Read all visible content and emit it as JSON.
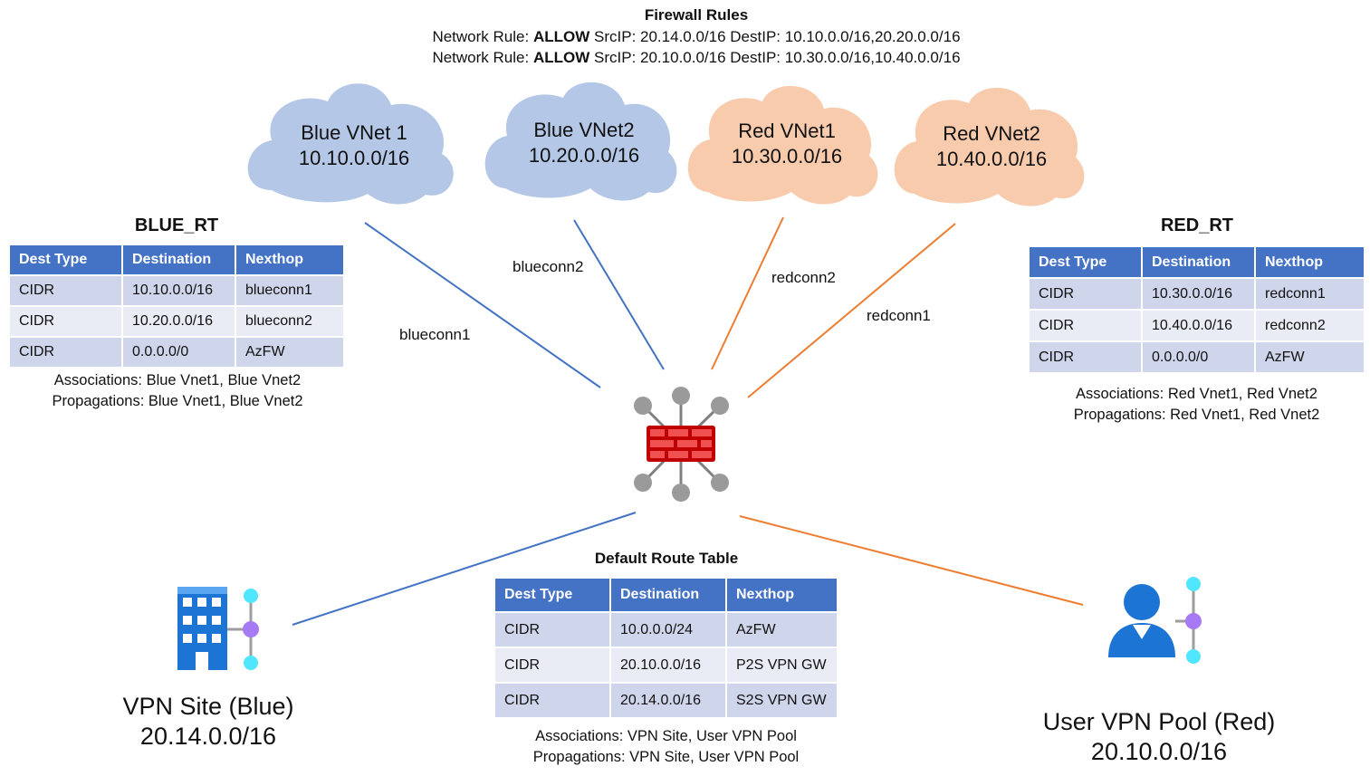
{
  "firewall_rules": {
    "title": "Firewall Rules",
    "rules": [
      {
        "prefix": "Network Rule:",
        "action": "ALLOW",
        "rest": "SrcIP: 20.14.0.0/16 DestIP: 10.10.0.0/16,20.20.0.0/16"
      },
      {
        "prefix": "Network Rule:",
        "action": "ALLOW",
        "rest": "SrcIP: 20.10.0.0/16 DestIP: 10.30.0.0/16,10.40.0.0/16"
      }
    ]
  },
  "vnets": [
    {
      "name": "Blue VNet 1",
      "cidr": "10.10.0.0/16",
      "color": "#b4c7e7"
    },
    {
      "name": "Blue VNet2",
      "cidr": "10.20.0.0/16",
      "color": "#b4c7e7"
    },
    {
      "name": "Red VNet1",
      "cidr": "10.30.0.0/16",
      "color": "#f8cbad"
    },
    {
      "name": "Red VNet2",
      "cidr": "10.40.0.0/16",
      "color": "#f8cbad"
    }
  ],
  "connections": {
    "blueconn1": "blueconn1",
    "blueconn2": "blueconn2",
    "redconn1": "redconn1",
    "redconn2": "redconn2"
  },
  "colors": {
    "blue_line": "#4472c4",
    "orange_line": "#ed7d31",
    "header_blue": "#4472c4",
    "firewall_red": "#e02020"
  },
  "blue_rt": {
    "title": "BLUE_RT",
    "headers": [
      "Dest Type",
      "Destination",
      "Nexthop"
    ],
    "rows": [
      [
        "CIDR",
        "10.10.0.0/16",
        "blueconn1"
      ],
      [
        "CIDR",
        "10.20.0.0/16",
        "blueconn2"
      ],
      [
        "CIDR",
        "0.0.0.0/0",
        "AzFW"
      ]
    ],
    "associations": "Associations: Blue Vnet1, Blue Vnet2",
    "propagations": "Propagations: Blue Vnet1, Blue Vnet2"
  },
  "red_rt": {
    "title": "RED_RT",
    "headers": [
      "Dest Type",
      "Destination",
      "Nexthop"
    ],
    "rows": [
      [
        "CIDR",
        "10.30.0.0/16",
        "redconn1"
      ],
      [
        "CIDR",
        "10.40.0.0/16",
        "redconn2"
      ],
      [
        "CIDR",
        "0.0.0.0/0",
        "AzFW"
      ]
    ],
    "associations": "Associations: Red Vnet1, Red Vnet2",
    "propagations": "Propagations: Red Vnet1, Red Vnet2"
  },
  "default_rt": {
    "title": "Default Route Table",
    "headers": [
      "Dest Type",
      "Destination",
      "Nexthop"
    ],
    "rows": [
      [
        "CIDR",
        "10.0.0.0/24",
        "AzFW"
      ],
      [
        "CIDR",
        "20.10.0.0/16",
        "P2S VPN GW"
      ],
      [
        "CIDR",
        "20.14.0.0/16",
        "S2S VPN GW"
      ]
    ],
    "associations": "Associations: VPN Site, User VPN Pool",
    "propagations": "Propagations: VPN Site, User VPN Pool"
  },
  "vpn_site": {
    "name": "VPN Site (Blue)",
    "cidr": "20.14.0.0/16"
  },
  "user_vpn": {
    "name": "User VPN Pool (Red)",
    "cidr": "20.10.0.0/16"
  },
  "icons": [
    "cloud-icon",
    "firewall-hub-icon",
    "building-vpn-icon",
    "user-vpn-icon"
  ]
}
